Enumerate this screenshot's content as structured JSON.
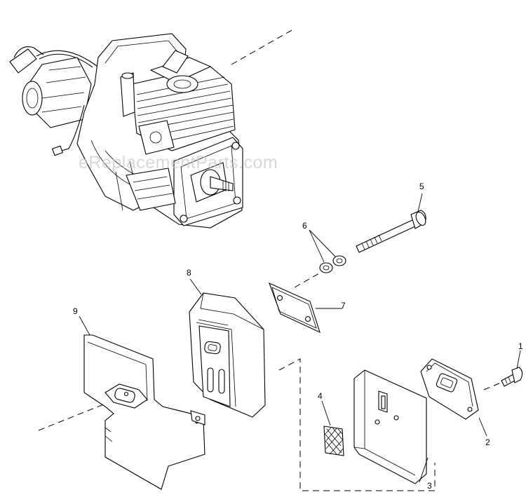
{
  "watermark": "eReplacementParts.com",
  "parts": [
    {
      "number": "1"
    },
    {
      "number": "2"
    },
    {
      "number": "3"
    },
    {
      "number": "4"
    },
    {
      "number": "5"
    },
    {
      "number": "6"
    },
    {
      "number": "7"
    },
    {
      "number": "8"
    },
    {
      "number": "9"
    }
  ]
}
